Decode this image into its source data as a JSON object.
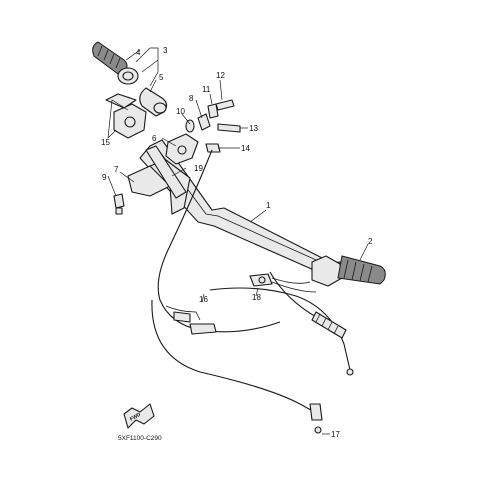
{
  "diagram": {
    "callouts": [
      "1",
      "2",
      "3",
      "4",
      "5",
      "6",
      "7",
      "8",
      "9",
      "10",
      "11",
      "12",
      "13",
      "14",
      "15",
      "16",
      "17",
      "18",
      "19"
    ],
    "drawing_code": "5XF1100-C290",
    "direction_badge": "FWD"
  }
}
